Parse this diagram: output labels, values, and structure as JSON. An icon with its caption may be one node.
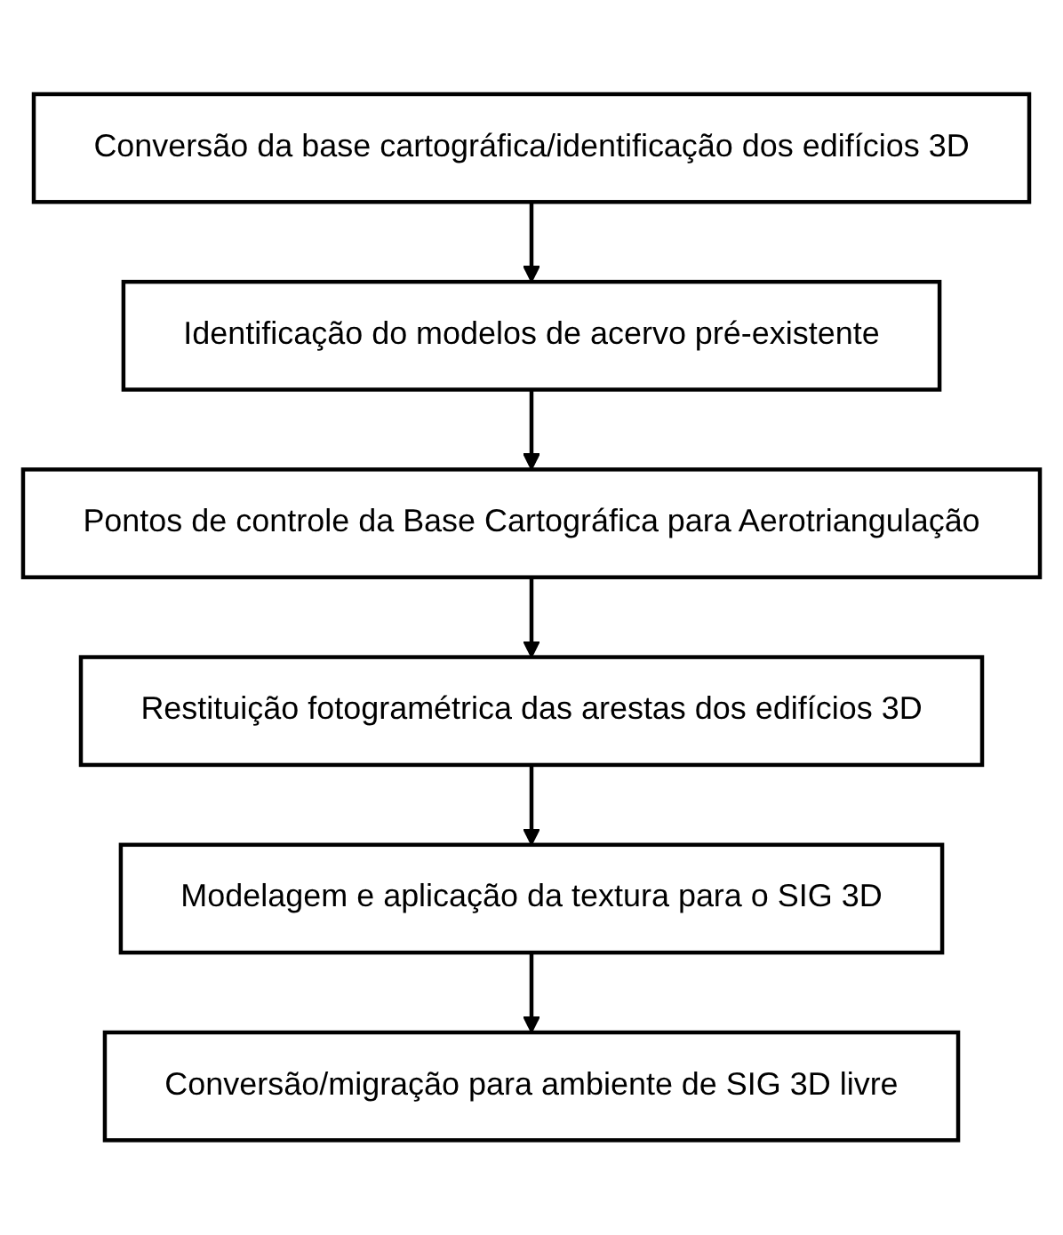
{
  "diagram": {
    "nodes": [
      {
        "text": [
          "Conversão da base cartográfica/identificação dos edifícios 3D"
        ]
      },
      {
        "text": [
          "Identificação do modelos de acervo pré-existente"
        ]
      },
      {
        "text": [
          "Pontos de controle da Base Cartográfica para Aerotriangulação"
        ]
      },
      {
        "text": [
          "Restituição fotogramétrica das arestas dos edifícios 3D"
        ]
      },
      {
        "text": [
          "Modelagem e aplicação da textura para o SIG 3D"
        ]
      },
      {
        "text": [
          "Conversão/migração para ambiente de SIG 3D livre"
        ]
      }
    ],
    "edges": [
      {
        "from": 0,
        "to": 1,
        "arrow": "to"
      },
      {
        "from": 1,
        "to": 2,
        "arrow": "to"
      },
      {
        "from": 2,
        "to": 3,
        "arrow": "to"
      },
      {
        "from": 3,
        "to": 4,
        "arrow": "to"
      },
      {
        "from": 4,
        "to": 5,
        "arrow": "to"
      }
    ]
  }
}
